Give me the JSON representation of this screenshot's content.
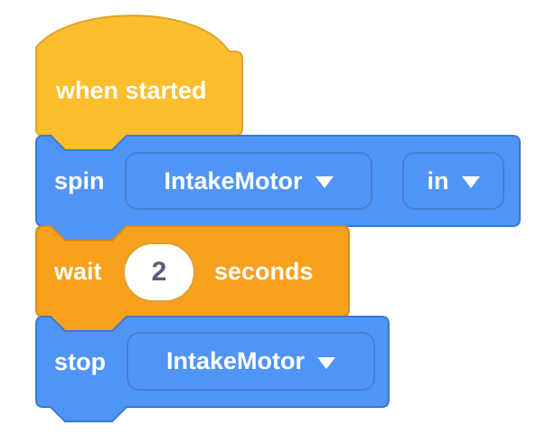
{
  "colors": {
    "hat_yellow": "#FCBE2D",
    "hat_yellow_border": "#DDA42A",
    "motor_blue": "#5095F5",
    "motor_blue_border": "#3E7ACC",
    "control_orange": "#F9A11C",
    "control_orange_border": "#D98C1A",
    "label_text": "#FFFFFF",
    "input_text": "#575E75",
    "background": "#FFFFFF"
  },
  "script": {
    "hat": {
      "label": "when started"
    },
    "spin": {
      "label": "spin",
      "motor": "IntakeMotor",
      "direction": "in"
    },
    "wait": {
      "label": "wait",
      "seconds": "2",
      "unit_label": "seconds"
    },
    "stop": {
      "label": "stop",
      "motor": "IntakeMotor"
    }
  }
}
